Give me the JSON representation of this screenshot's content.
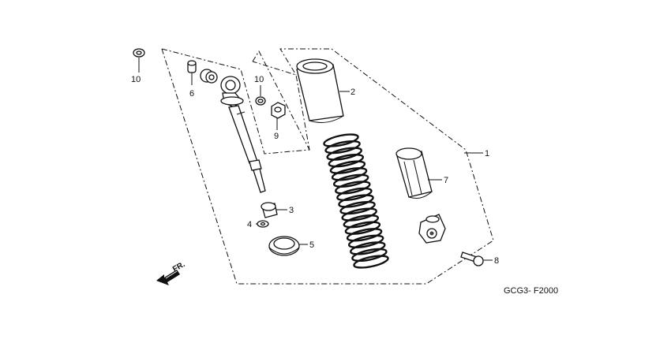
{
  "diagram": {
    "code": "GCG3- F2000",
    "direction_label": "FR.",
    "callouts": [
      {
        "id": "c1",
        "label": "1"
      },
      {
        "id": "c2",
        "label": "2"
      },
      {
        "id": "c3",
        "label": "3"
      },
      {
        "id": "c4",
        "label": "4"
      },
      {
        "id": "c5",
        "label": "5"
      },
      {
        "id": "c6",
        "label": "6"
      },
      {
        "id": "c7",
        "label": "7"
      },
      {
        "id": "c8",
        "label": "8"
      },
      {
        "id": "c9",
        "label": "9"
      },
      {
        "id": "c10a",
        "label": "10"
      },
      {
        "id": "c10b",
        "label": "10"
      }
    ]
  }
}
